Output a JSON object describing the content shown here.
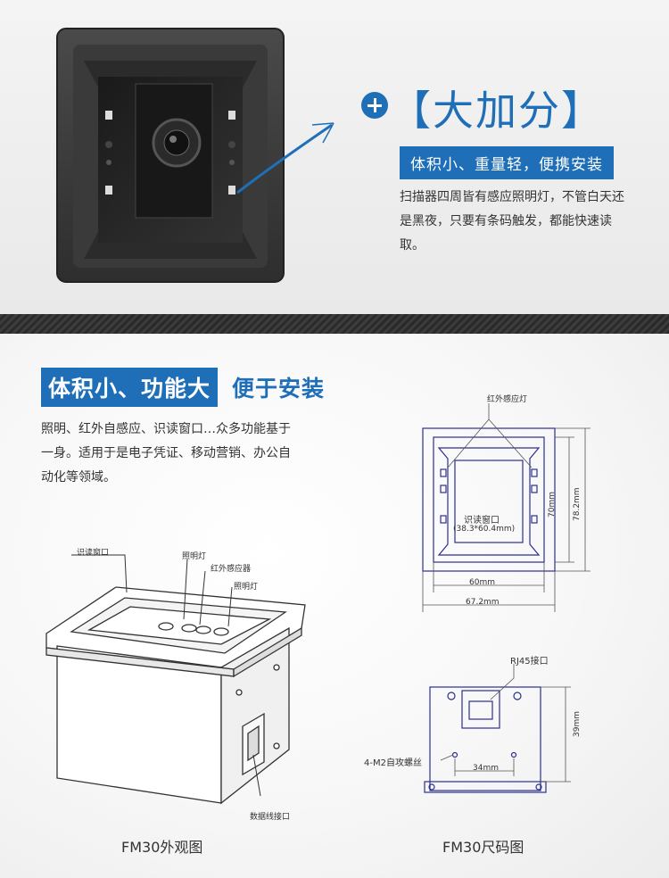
{
  "top": {
    "title": "【大加分】",
    "subtitle": "体积小、重量轻，便携安装",
    "description": "扫描器四周皆有感应照明灯，不管白天还是黑夜，只要有条码触发，都能快速读取。"
  },
  "section": {
    "heading_main": "体积小、功能大",
    "heading_secondary": "便于安装",
    "description": "照明、红外自感应、识读窗口…众多功能基于一身。适用于是电子凭证、移动营销、办公自动化等领域。"
  },
  "appearance": {
    "labels": {
      "window": "识读窗口",
      "light1": "照明灯",
      "ir_sensor": "红外感应器",
      "light2": "照明灯",
      "data_port": "数据线接口"
    },
    "caption": "FM30外观图"
  },
  "dimensions": {
    "labels": {
      "ir_light": "红外感应灯",
      "window": "识读窗口",
      "window_size": "(38.3*60.4mm)",
      "height_inner": "70mm",
      "height_outer": "78.2mm",
      "width_inner": "60mm",
      "width_outer": "67.2mm",
      "rj45": "RJ45接口",
      "screw": "4-M2自攻螺丝",
      "screw_spacing": "34mm",
      "depth": "39mm"
    },
    "caption": "FM30尺码图"
  },
  "colors": {
    "accent_blue": "#1f6fb8",
    "drawing_blue": "#2b2f8f"
  }
}
